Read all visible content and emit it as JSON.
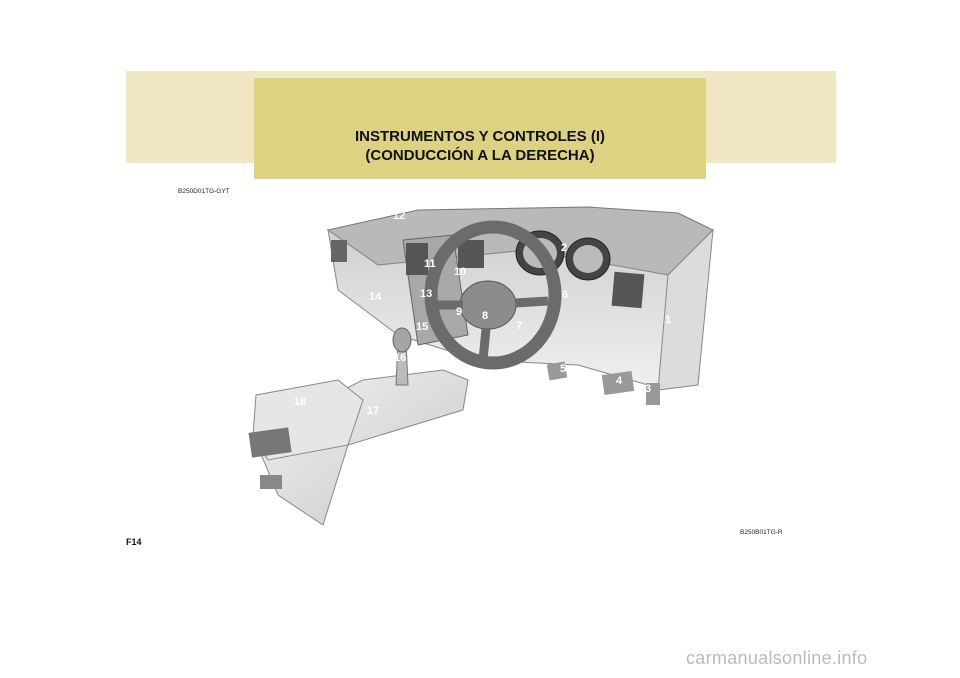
{
  "header": {
    "title_line1": "INSTRUMENTOS Y CONTROLES (I)",
    "title_line2": "(CONDUCCIÓN A LA DERECHA)"
  },
  "references": {
    "top_code": "B250D01TG-GYT",
    "bottom_code": "B250B01TG-R"
  },
  "page_number": "F14",
  "watermark": "carmanualsonline.info",
  "illustration": {
    "description_icon": "car-dashboard-illustration",
    "callouts": [
      "1",
      "2",
      "3",
      "4",
      "5",
      "6",
      "7",
      "8",
      "9",
      "10",
      "11",
      "12",
      "13",
      "14",
      "15",
      "16",
      "17",
      "18"
    ]
  },
  "colors": {
    "band": "#efe8c2",
    "title_box": "#dcd282",
    "dash_light": "#e4e4e4",
    "dash_dark": "#6b6b6b"
  }
}
